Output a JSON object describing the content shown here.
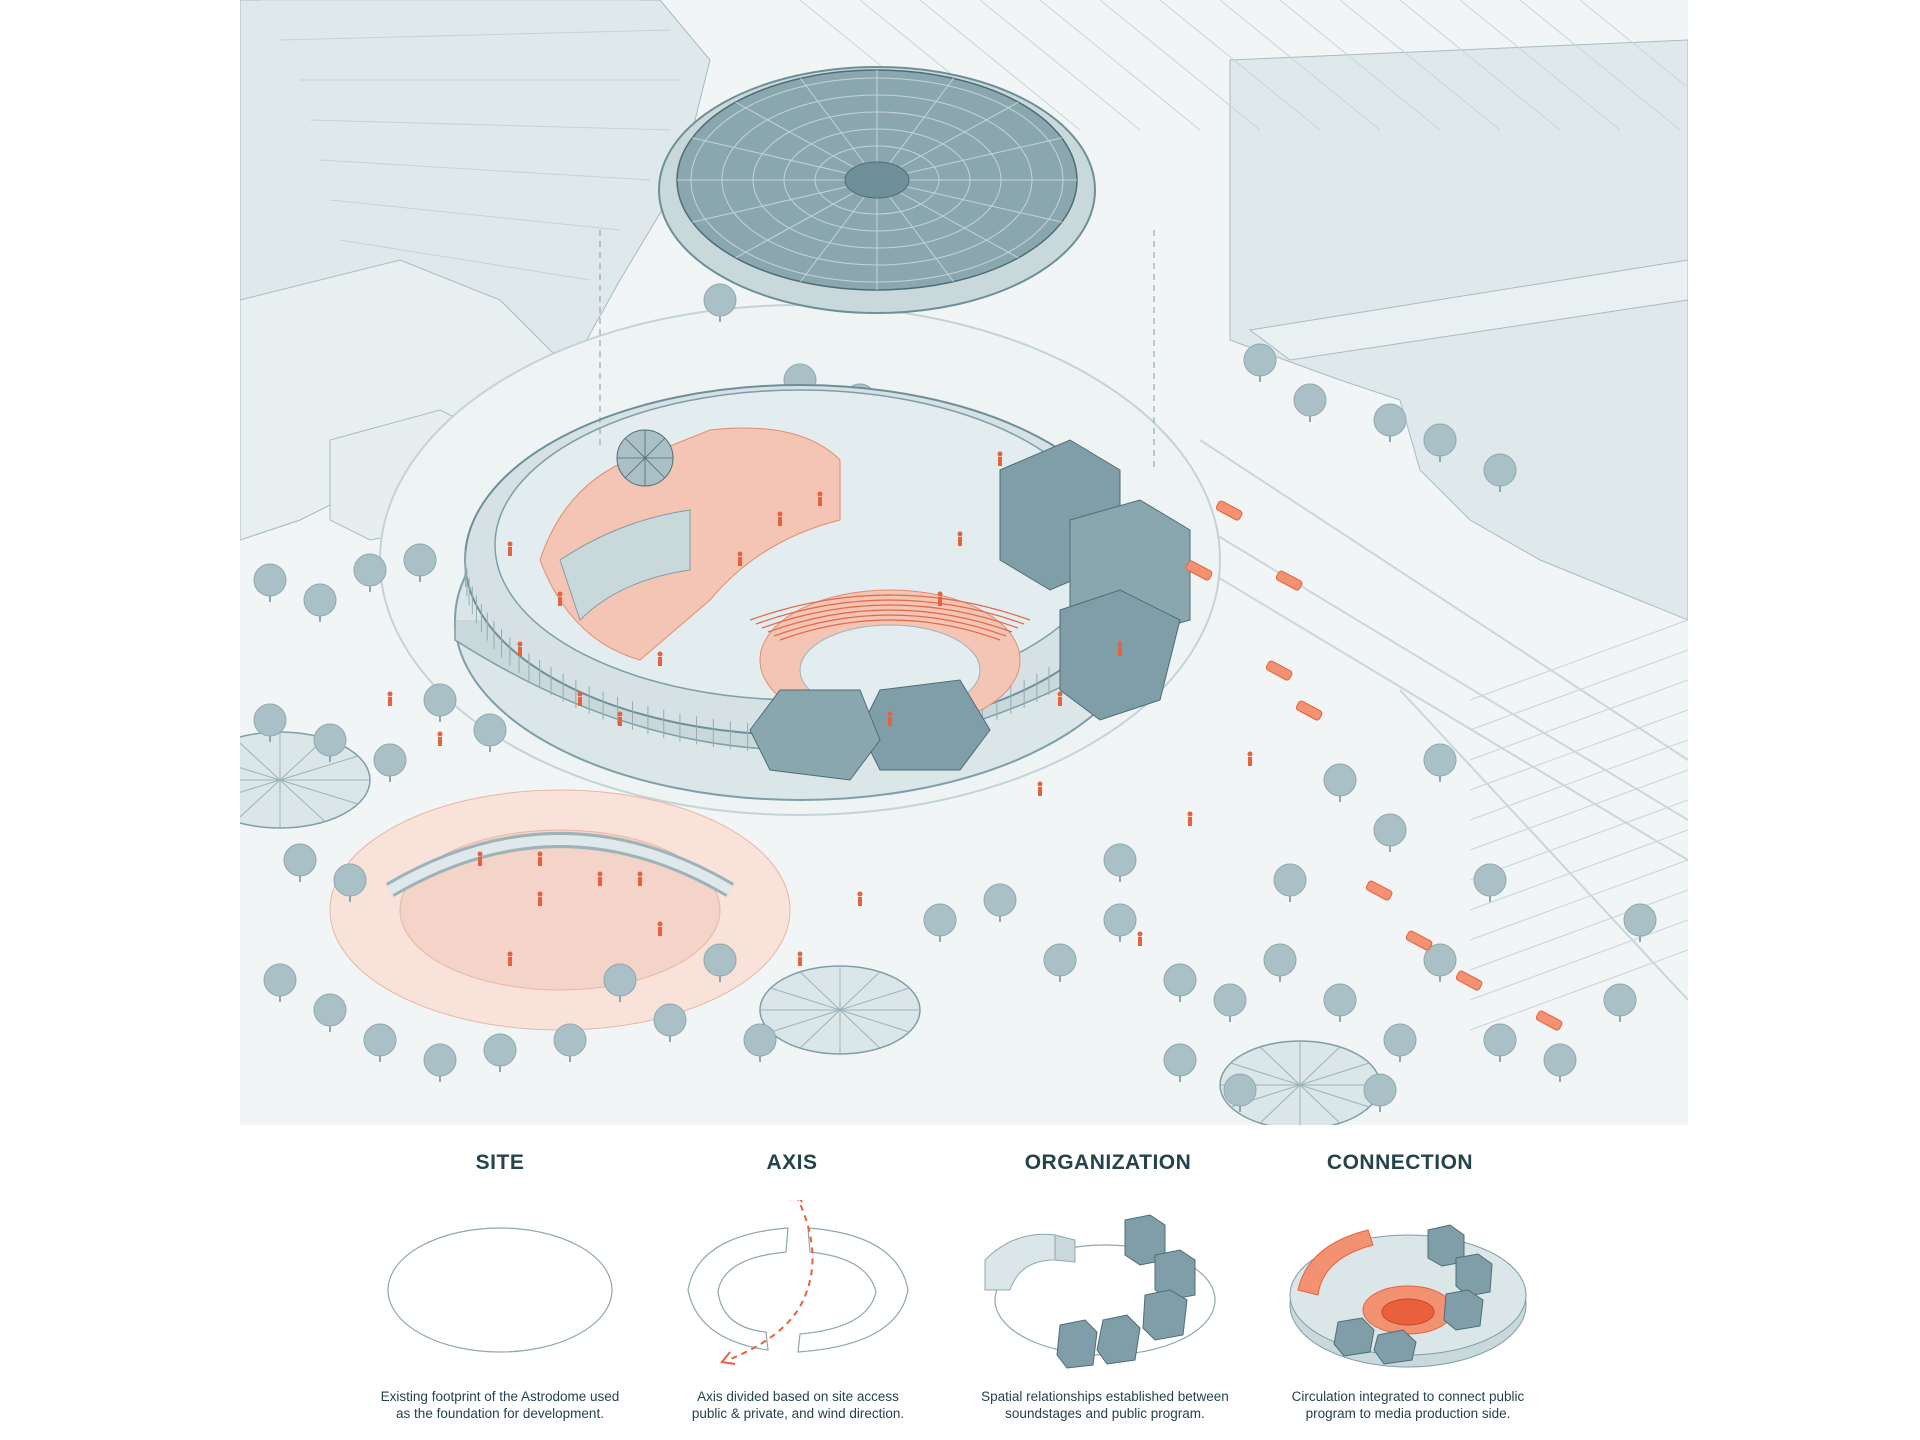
{
  "columns": [
    {
      "title": "SITE",
      "caption_lines": [
        "Existing footprint of the Astrodome used",
        "as the foundation for development."
      ]
    },
    {
      "title": "AXIS",
      "caption_lines": [
        "Axis divided based on site access",
        "public & private, and wind direction."
      ]
    },
    {
      "title": "ORGANIZATION",
      "caption_lines": [
        "Spatial relationships established between",
        "soundstages and public program."
      ]
    },
    {
      "title": "CONNECTION",
      "caption_lines": [
        "Circulation integrated to connect public",
        "program to media production side."
      ]
    }
  ],
  "colors": {
    "background": "#ffffff",
    "ground": "#f1f5f5",
    "building_light": "#dfe9eb",
    "building_dark": "#7f9ea7",
    "dome": "#9ab3ba",
    "trees": "#a9c1c6",
    "accent": "#e9603c",
    "accent_light": "#f6cfc2",
    "text": "#24434d"
  },
  "icons": [
    "tree-icon",
    "person-icon",
    "vehicle-icon",
    "dome-roof-icon",
    "pavilion-roof-icon",
    "arrow-icon"
  ]
}
